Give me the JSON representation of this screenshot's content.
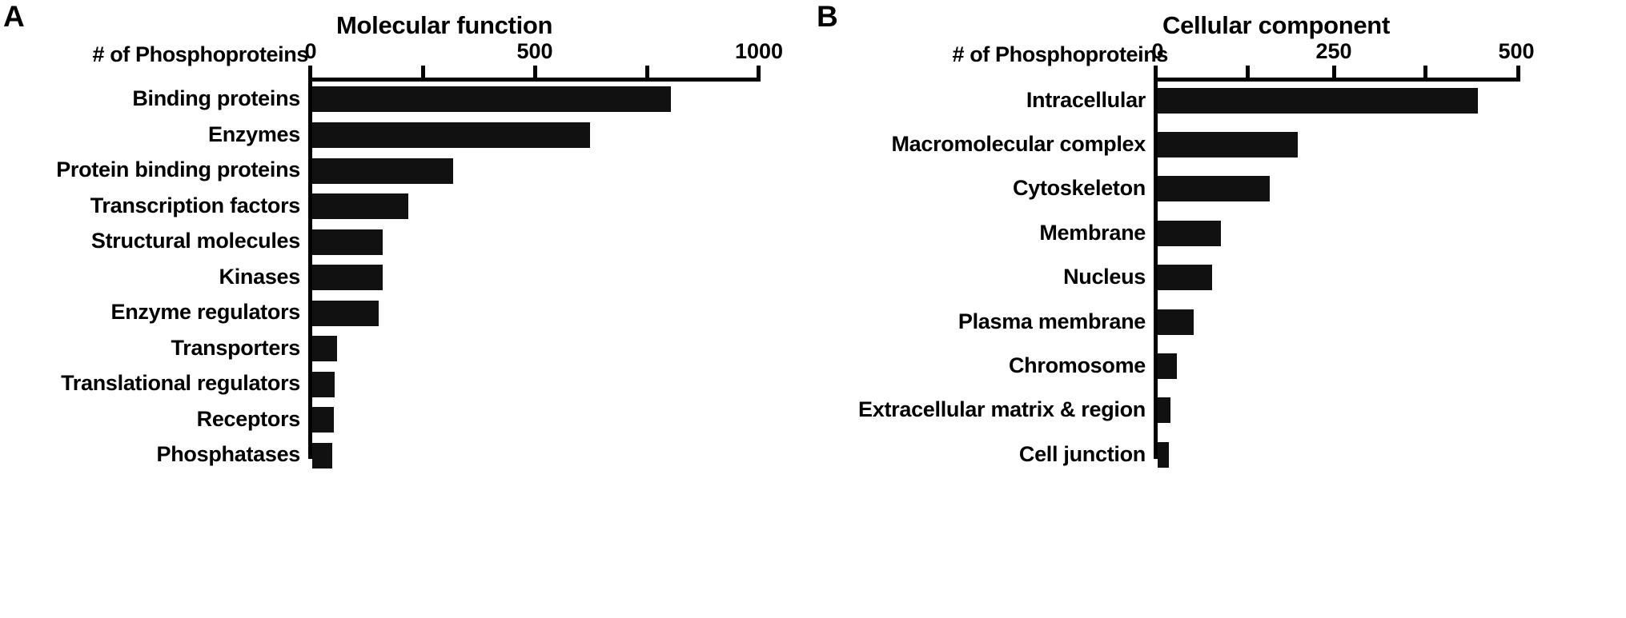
{
  "figure": {
    "background": "#ffffff",
    "bar_color": "#111111",
    "axis_color": "#000000"
  },
  "panels": [
    {
      "letter": "A",
      "title": "Molecular function",
      "axis_caption": "# of Phosphoproteins"
    },
    {
      "letter": "B",
      "title": "Cellular component",
      "axis_caption": "# of Phosphoproteins"
    }
  ],
  "chart_data": [
    {
      "type": "bar",
      "title": "Molecular function",
      "orientation": "horizontal",
      "xlabel": "# of Phosphoproteins",
      "ylabel": "",
      "xlim": [
        0,
        1000
      ],
      "xticks": [
        0,
        250,
        500,
        750,
        1000
      ],
      "xtick_labels": [
        "0",
        "",
        "500",
        "",
        "1000"
      ],
      "grid": false,
      "legend": "none",
      "categories": [
        "Binding proteins",
        "Enzymes",
        "Protein binding proteins",
        "Transcription factors",
        "Structural molecules",
        "Kinases",
        "Enzyme regulators",
        "Transporters",
        "Translational regulators",
        "Receptors",
        "Phosphatases"
      ],
      "values": [
        800,
        620,
        315,
        215,
        157,
        157,
        148,
        55,
        50,
        48,
        45
      ]
    },
    {
      "type": "bar",
      "title": "Cellular component",
      "orientation": "horizontal",
      "xlabel": "# of Phosphoproteins",
      "ylabel": "",
      "xlim": [
        0,
        500
      ],
      "xticks": [
        0,
        125,
        250,
        375,
        500
      ],
      "xtick_labels": [
        "0",
        "",
        "250",
        "",
        "500"
      ],
      "grid": false,
      "legend": "none",
      "categories": [
        "Intracellular",
        "Macromolecular complex",
        "Cytoskeleton",
        "Membrane",
        "Nucleus",
        "Plasma membrane",
        "Chromosome",
        "Extracellular matrix & region",
        "Cell junction"
      ],
      "values": [
        440,
        192,
        154,
        86,
        75,
        48,
        25,
        16,
        14
      ]
    }
  ]
}
